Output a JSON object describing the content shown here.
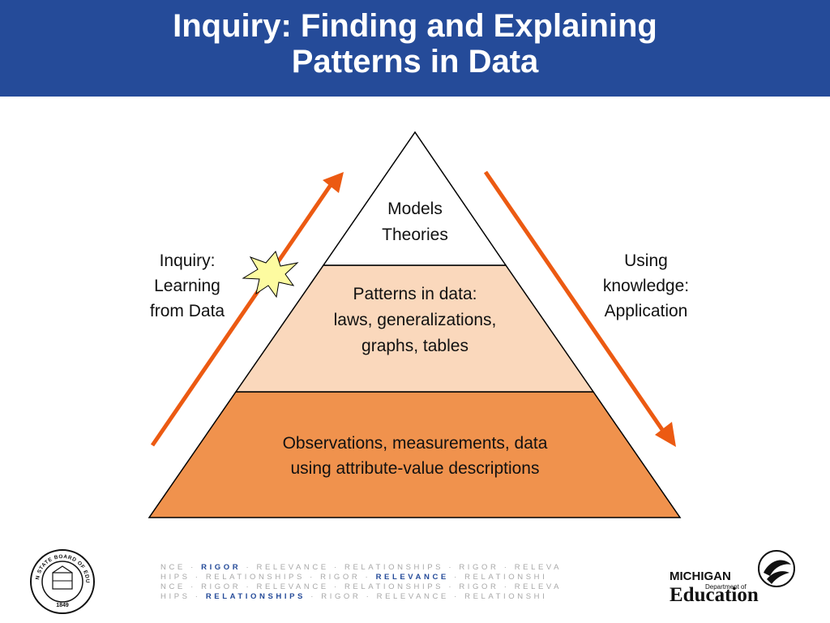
{
  "header": {
    "title_line1": "Inquiry: Finding and Explaining",
    "title_line2": "Patterns in Data"
  },
  "diagram": {
    "top_tier": [
      "Models",
      "Theories"
    ],
    "middle_tier": [
      "Patterns in data:",
      "laws, generalizations,",
      "graphs, tables"
    ],
    "bottom_tier": [
      "Observations, measurements, data",
      "using attribute-value descriptions"
    ],
    "left_label": [
      "Inquiry:",
      "Learning",
      "from Data"
    ],
    "right_label": [
      "Using",
      "knowledge:",
      "Application"
    ],
    "colors": {
      "top_fill": "#ffffff",
      "middle_fill": "#fad8bc",
      "bottom_fill": "#f0924d",
      "arrow": "#ec5a12",
      "burst": "#fdfba0"
    }
  },
  "footer": {
    "banner_rows": [
      {
        "parts": [
          "NCE · ",
          "RIGOR",
          " · RELEVANCE · RELATIONSHIPS · RIGOR · RELEVA"
        ],
        "highlight": 1
      },
      {
        "parts": [
          "HIPS · RELATIONSHIPS · RIGOR · ",
          "RELEVANCE",
          " · RELATIONSHI"
        ],
        "highlight": 1
      },
      {
        "parts": [
          "NCE · RIGOR · RELEVANCE · RELATIONSHIPS · RIGOR · RELEVA"
        ],
        "highlight": -1
      },
      {
        "parts": [
          "HIPS · ",
          "RELATIONSHIPS",
          " · RIGOR · RELEVANCE · RELATIONSHI"
        ],
        "highlight": 1
      }
    ],
    "seal_ring_text": "MICHIGAN STATE BOARD OF EDUCATION",
    "seal_year": "1849",
    "logo_michigan": "MICHIGAN",
    "logo_department": "Department of",
    "logo_education": "Education"
  }
}
